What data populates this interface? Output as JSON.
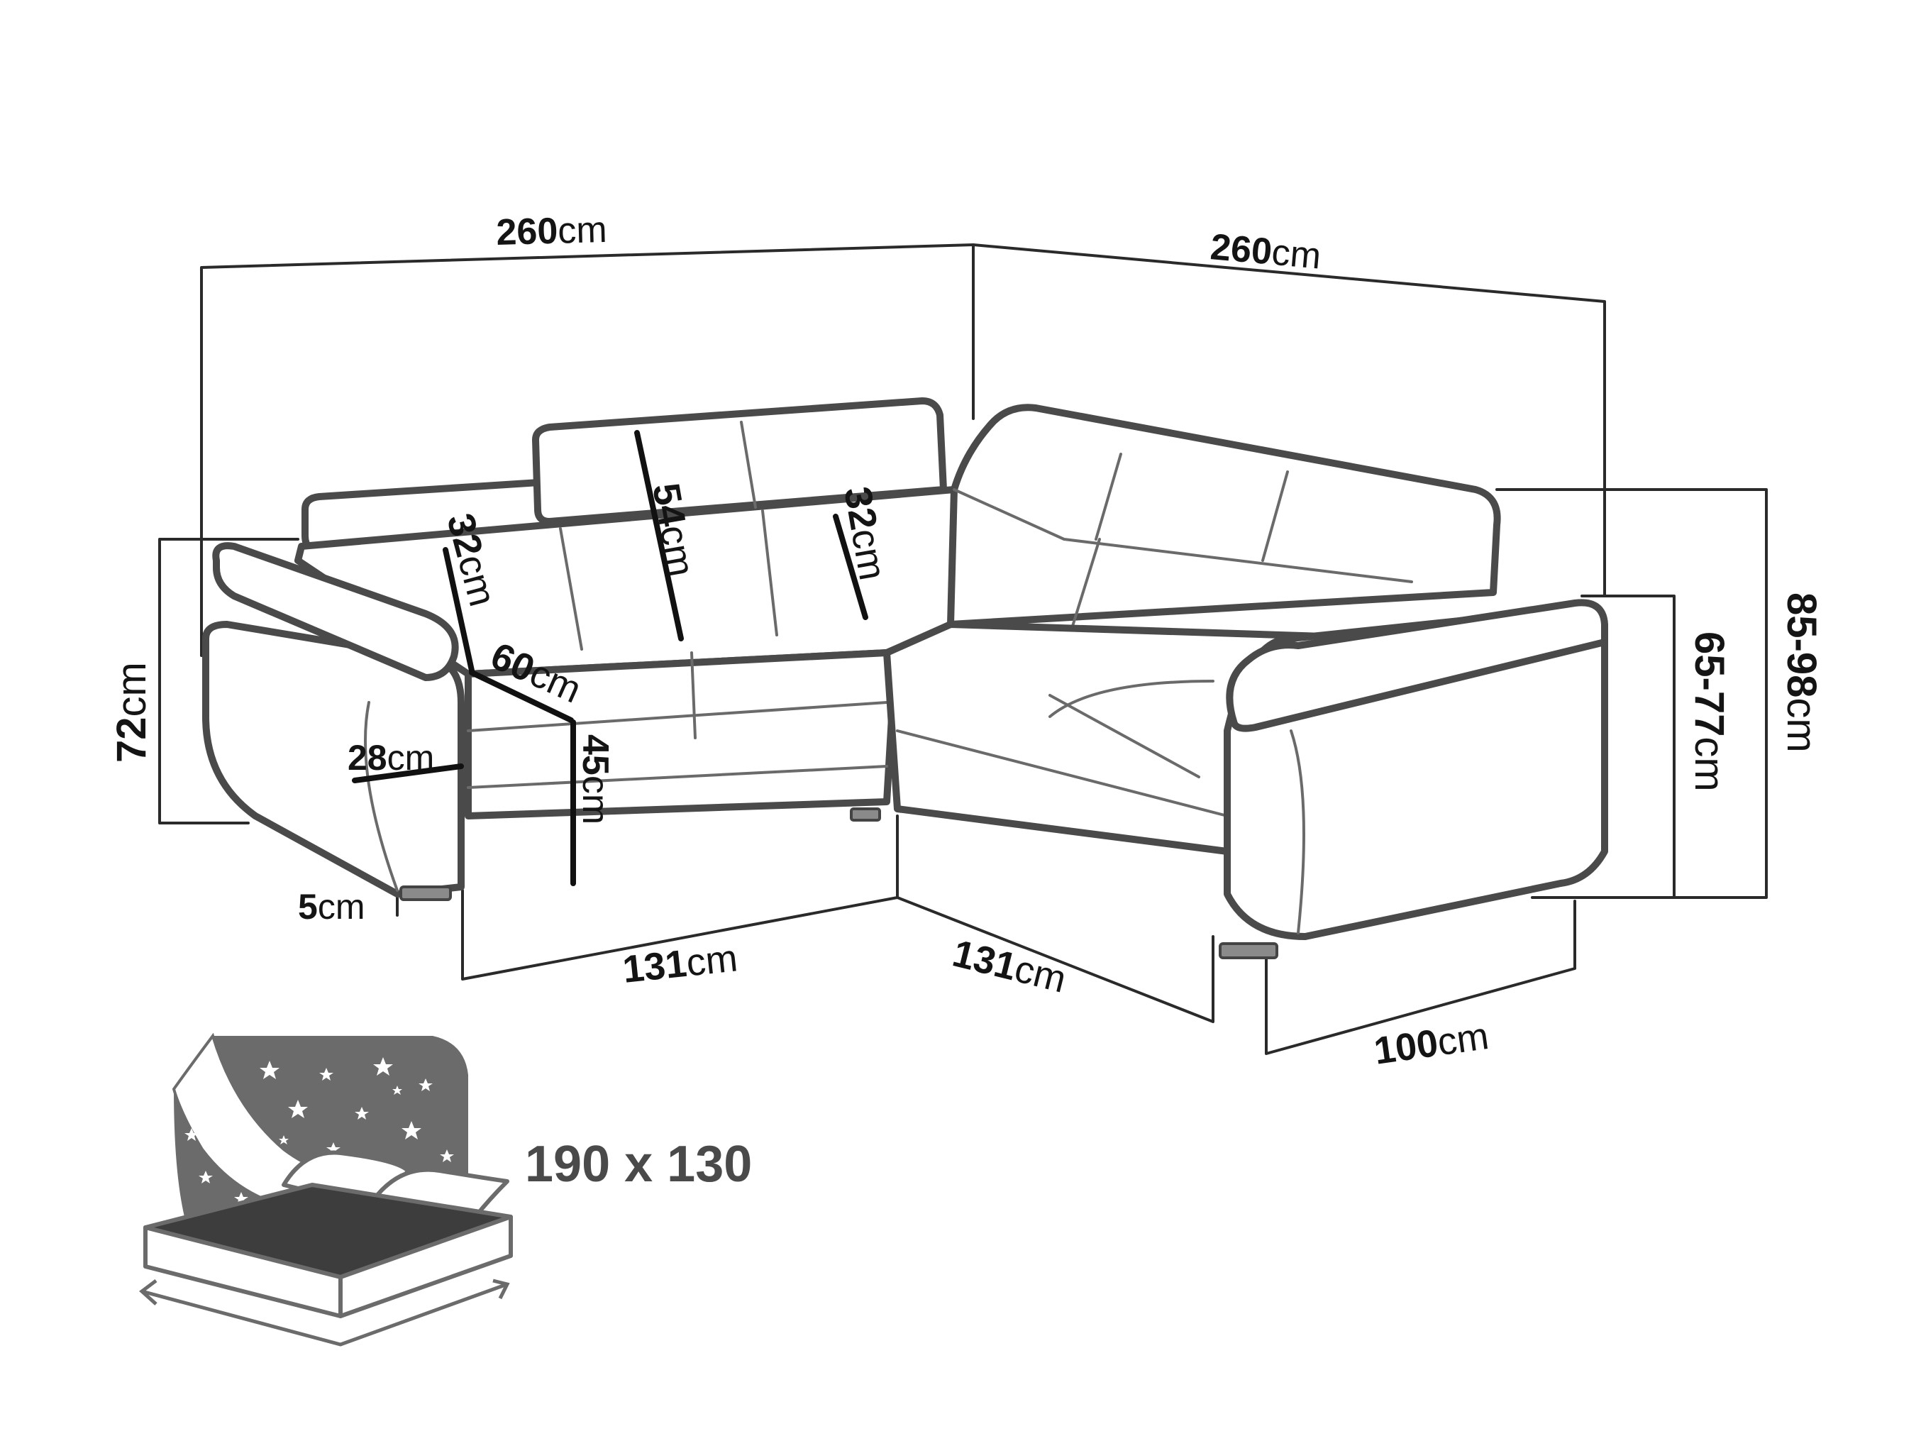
{
  "dimensions": {
    "width_left": {
      "num": "260",
      "unit": "cm"
    },
    "width_right": {
      "num": "260",
      "unit": "cm"
    },
    "height_total": {
      "num": "72",
      "unit": "cm"
    },
    "headrest_left": {
      "num": "32",
      "unit": "cm"
    },
    "back_height": {
      "num": "54",
      "unit": "cm"
    },
    "headrest_mid": {
      "num": "32",
      "unit": "cm"
    },
    "seat_depth": {
      "num": "60",
      "unit": "cm"
    },
    "arm_width": {
      "num": "28",
      "unit": "cm"
    },
    "seat_height": {
      "num": "45",
      "unit": "cm"
    },
    "leg_height": {
      "num": "5",
      "unit": "cm"
    },
    "seat_front_left": {
      "num": "131",
      "unit": "cm"
    },
    "seat_front_right": {
      "num": "131",
      "unit": "cm"
    },
    "end_depth": {
      "num": "100",
      "unit": "cm"
    },
    "height_arm": {
      "num": "65-77",
      "unit": "cm"
    },
    "height_head": {
      "num": "85-98",
      "unit": "cm"
    }
  },
  "bed": {
    "size_label": "190 x 130",
    "icon": "bed-night-icon"
  },
  "colors": {
    "outline": "#4a4a4a",
    "dimension": "#2a2a2a",
    "bed_icon": "#6b6b6b"
  }
}
